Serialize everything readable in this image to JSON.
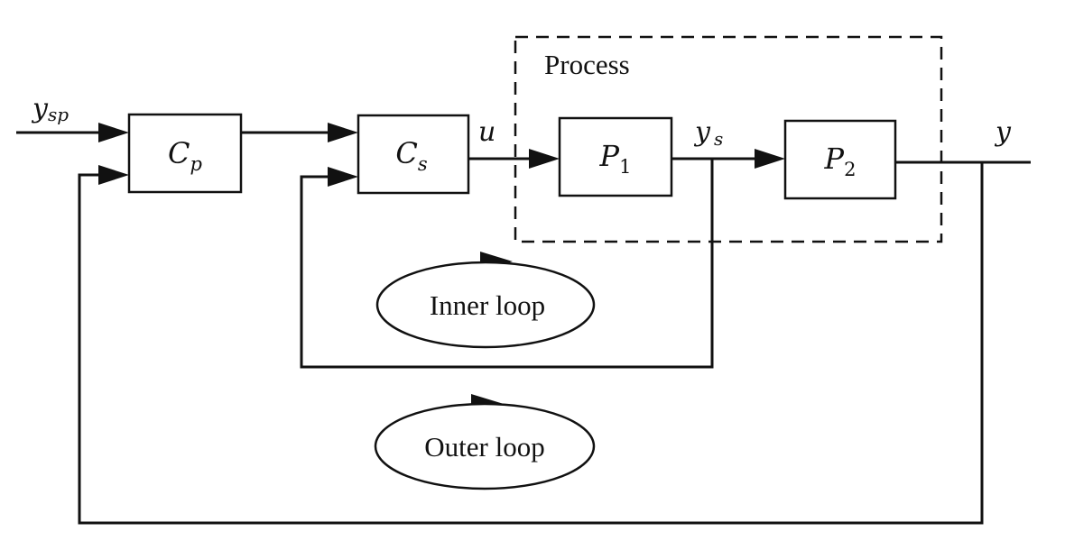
{
  "signals": {
    "setpoint": "y",
    "setpoint_sub": "sp",
    "control": "u",
    "secondary": "y",
    "secondary_sub": "s",
    "output": "y"
  },
  "blocks": {
    "primary_controller": {
      "main": "C",
      "sub": "p"
    },
    "secondary_controller": {
      "main": "C",
      "sub": "s"
    },
    "process_1": {
      "main": "P",
      "sub": "1"
    },
    "process_2": {
      "main": "P",
      "sub": "2"
    }
  },
  "process_group_label": "Process",
  "loops": {
    "inner": "Inner loop",
    "outer": "Outer loop"
  }
}
